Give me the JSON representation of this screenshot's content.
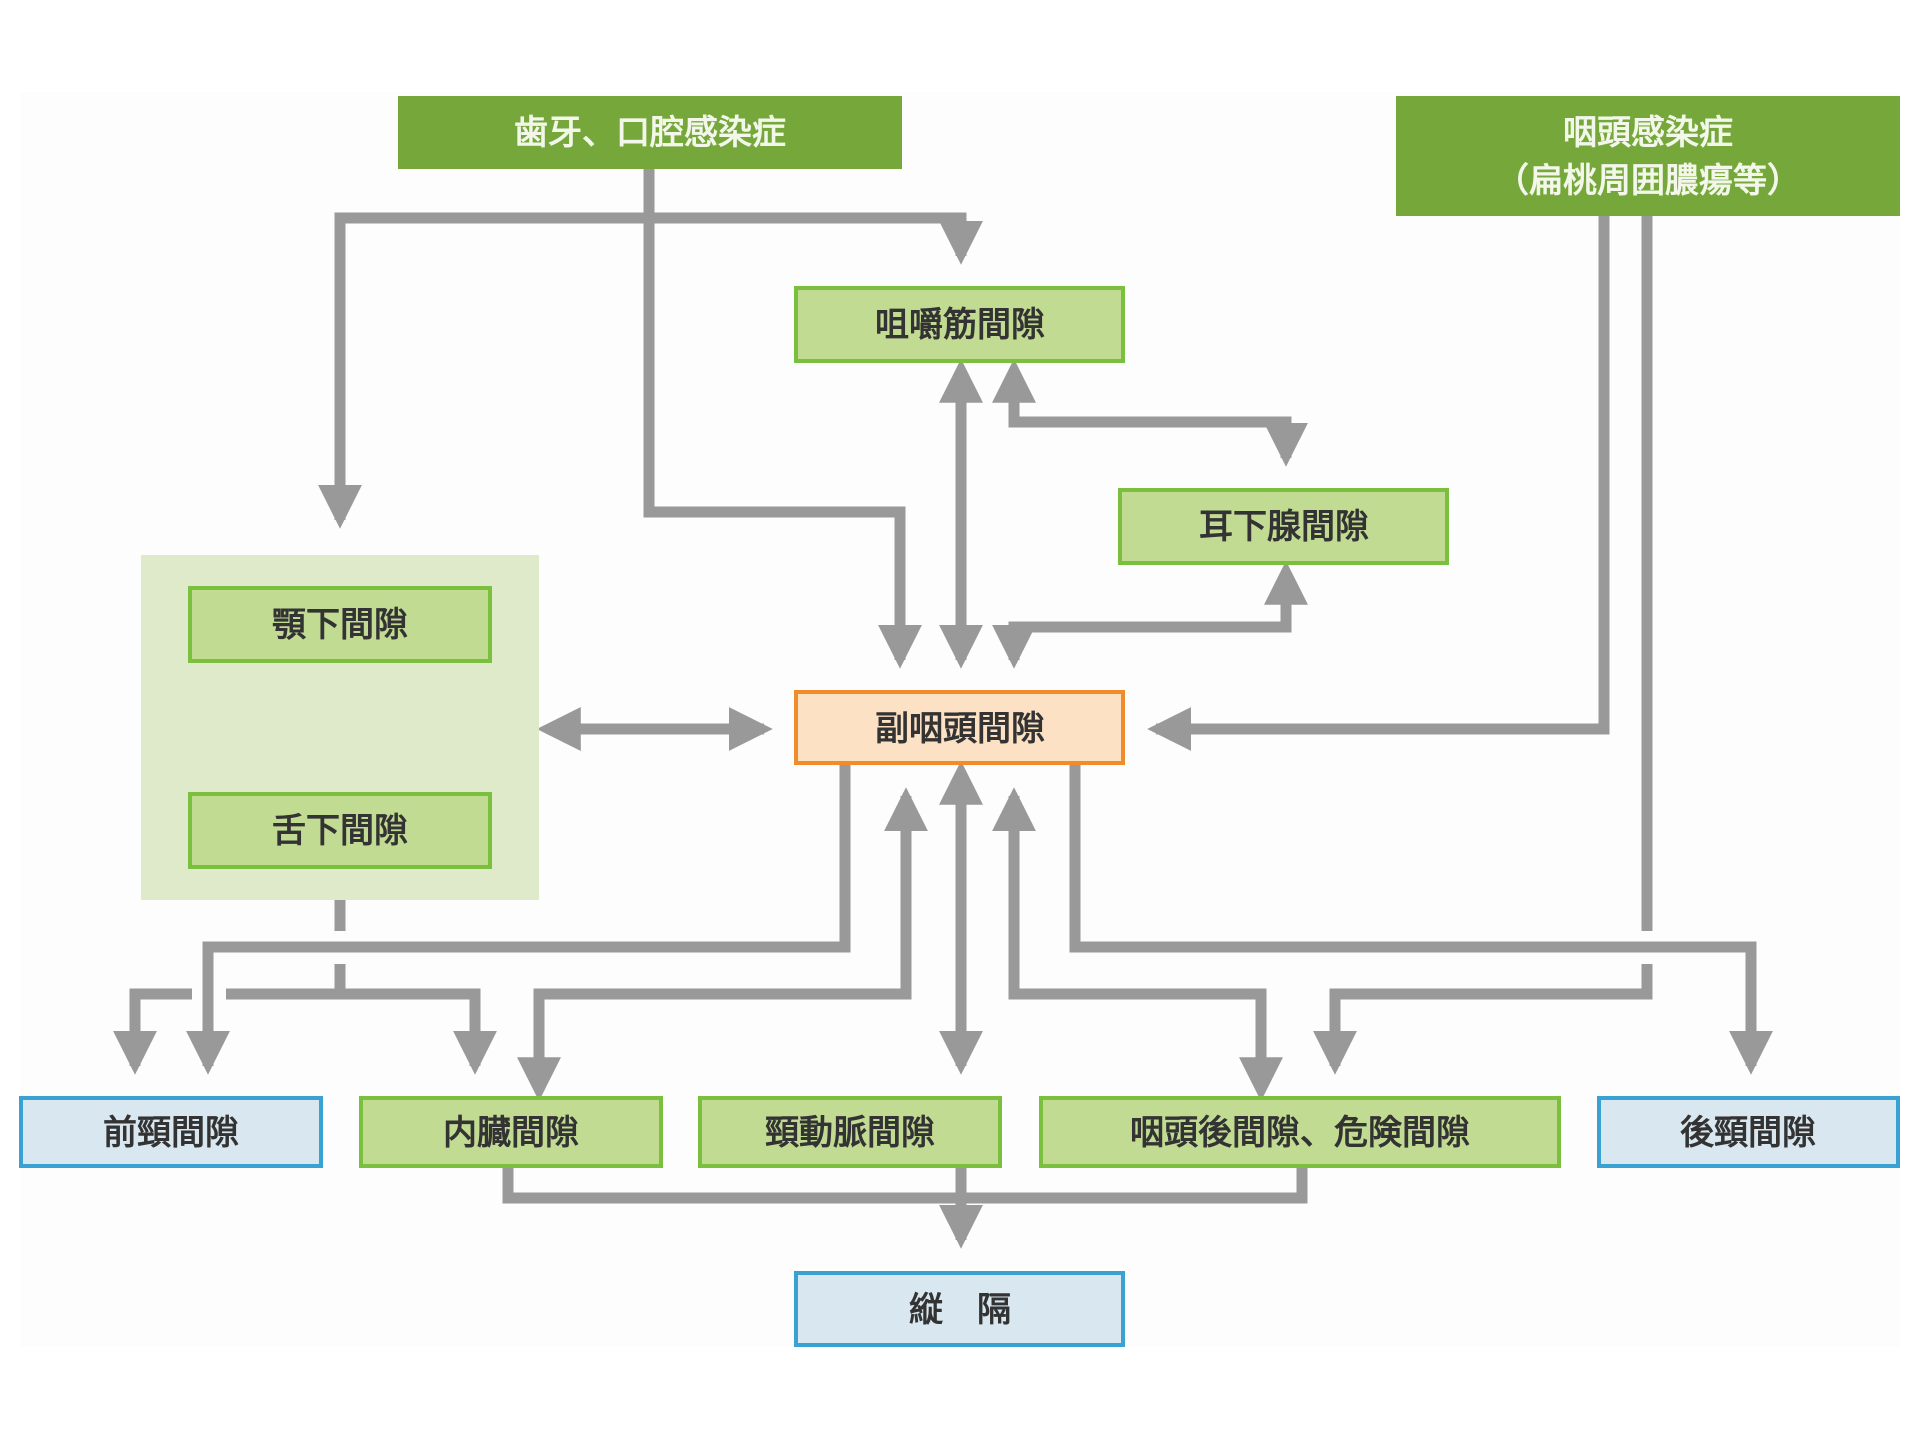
{
  "colors": {
    "source_fill": "#76a73a",
    "source_text": "#f2f7ea",
    "space_fill": "#c2db93",
    "space_border": "#7bbf3f",
    "group_fill": "#dfeaca",
    "center_fill": "#fce1c4",
    "center_border": "#f08c2c",
    "terminal_fill": "#d9e7f0",
    "terminal_border": "#3aa2d2",
    "arrow": "#999999",
    "text": "#333333"
  },
  "sources": {
    "dental": "歯牙、口腔感染症",
    "pharyngeal_line1": "咽頭感染症",
    "pharyngeal_line2": "（扁桃周囲膿瘍等）"
  },
  "spaces": {
    "masticator": "咀嚼筋間隙",
    "parotid": "耳下腺間隙",
    "submandibular": "顎下間隙",
    "sublingual": "舌下間隙",
    "parapharyngeal": "副咽頭間隙",
    "anterior_cervical": "前頸間隙",
    "visceral": "内臓間隙",
    "carotid": "頸動脈間隙",
    "retropharyngeal_danger": "咽頭後間隙、危険間隙",
    "posterior_cervical": "後頸間隙",
    "mediastinum": "縦　隔"
  }
}
